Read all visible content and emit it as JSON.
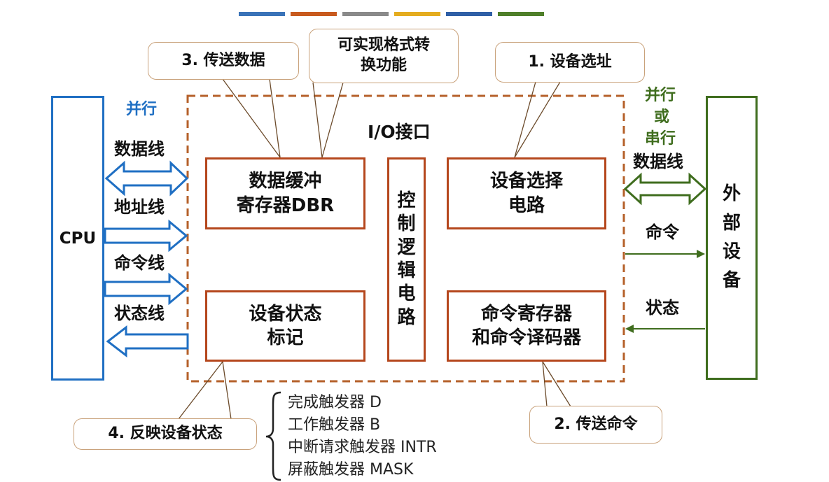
{
  "top_bar_colors": [
    "#3a73b8",
    "#c85a1e",
    "#8a8a8a",
    "#e4ac1f",
    "#2f5fa6",
    "#4f7f2a"
  ],
  "colors": {
    "cpu_blue": "#1f6fc3",
    "device_green": "#3f6d1e",
    "register_brown": "#b5471d",
    "callout_border": "#c9a27b"
  },
  "cpu": {
    "label": "CPU"
  },
  "cpu_side": {
    "mode": "并行",
    "data_line": "数据线",
    "address_line": "地址线",
    "command_line": "命令线",
    "status_line": "状态线"
  },
  "interface": {
    "title": "I/O接口",
    "data_buffer": {
      "line1": "数据缓冲",
      "line2": "寄存器DBR"
    },
    "control_logic": [
      "控",
      "制",
      "逻",
      "辑",
      "电",
      "路"
    ],
    "device_select": {
      "line1": "设备选择",
      "line2": "电路"
    },
    "status_flag": {
      "line1": "设备状态",
      "line2": "标记"
    },
    "command_reg": {
      "line1": "命令寄存器",
      "line2": "和命令译码器"
    }
  },
  "device_side": {
    "mode_line1": "并行",
    "mode_line2": "或",
    "mode_line3": "串行",
    "data_line": "数据线",
    "command": "命令",
    "status": "状态"
  },
  "external_device": [
    "外",
    "部",
    "设",
    "备"
  ],
  "callouts": {
    "transfer_data": "3. 传送数据",
    "format_convert": {
      "line1": "可实现格式转",
      "line2": "换功能"
    },
    "device_addressing": "1. 设备选址",
    "transfer_command": "2. 传送命令",
    "reflect_status": "4. 反映设备状态"
  },
  "flip_flops": [
    "完成触发器 D",
    "工作触发器 B",
    "中断请求触发器 INTR",
    "屏蔽触发器 MASK"
  ]
}
